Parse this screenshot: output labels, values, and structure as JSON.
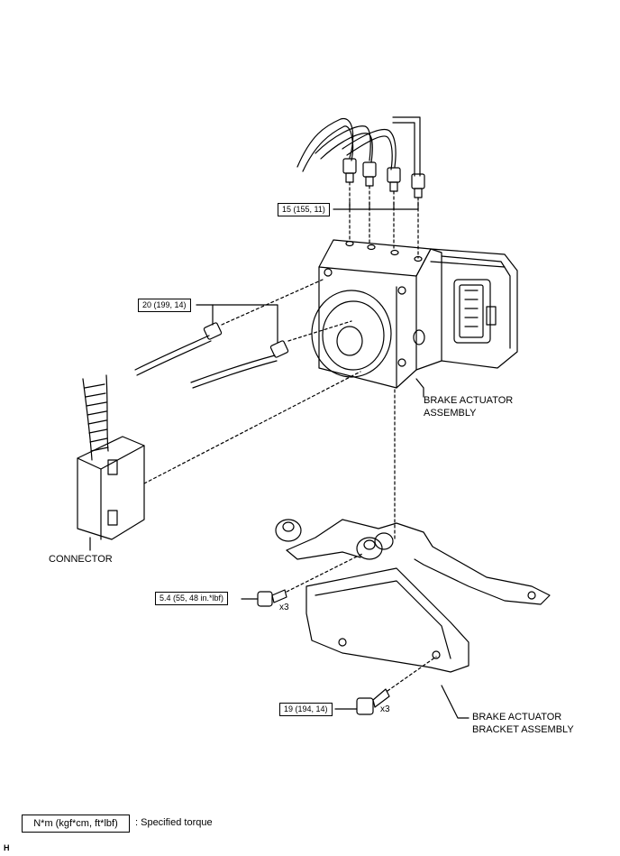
{
  "labels": {
    "actuator_line1": "BRAKE ACTUATOR",
    "actuator_line2": "ASSEMBLY",
    "connector": "CONNECTOR",
    "bracket_line1": "BRAKE ACTUATOR",
    "bracket_line2": "BRACKET ASSEMBLY"
  },
  "torques": {
    "top_lines": "15 (155, 11)",
    "side_lines": "20 (199, 14)",
    "upper_bolts": "5.4 (55, 48 in.*lbf)",
    "lower_bolts": "19 (194, 14)"
  },
  "quantities": {
    "upper_bolts": "x3",
    "lower_bolts": "x3"
  },
  "legend": {
    "unit_box": "N*m (kgf*cm, ft*lbf)",
    "description": ": Specified torque"
  },
  "corner_mark": "H"
}
